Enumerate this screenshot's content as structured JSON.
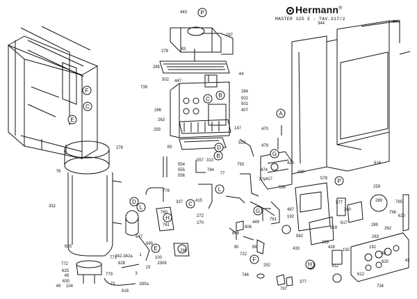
{
  "header": {
    "brand": "Hermann",
    "brand_mark": "®",
    "model": "MASTER 325 E - TAV.317/2"
  },
  "callouts": {
    "left_frame": [
      "F",
      "C",
      "E"
    ],
    "top_center": [
      "P"
    ],
    "center": [
      "B",
      "C",
      "D",
      "B",
      "L",
      "G"
    ],
    "right_valve": [
      "A",
      "G",
      "H"
    ],
    "lower_left": [
      "D",
      "L",
      "H",
      "E"
    ],
    "lower_center": [
      "F",
      "C"
    ],
    "right_panel": [
      "P",
      "H"
    ]
  },
  "part_numbers": [
    "443",
    "297",
    "278",
    "83",
    "44",
    "285",
    "502",
    "447",
    "284",
    "502",
    "501",
    "407",
    "739",
    "286",
    "263",
    "147",
    "293",
    "83",
    "278",
    "557",
    "313",
    "76",
    "554",
    "555",
    "556",
    "784",
    "77",
    "793",
    "779",
    "337",
    "776",
    "415",
    "272",
    "270",
    "332",
    "625",
    "647",
    "760",
    "761",
    "699",
    "299",
    "49",
    "1",
    "23",
    "3",
    "772",
    "100",
    "2308",
    "342-342a",
    "771",
    "625",
    "628",
    "779",
    "630",
    "73",
    "49",
    "104",
    "618",
    "330a",
    "470",
    "553",
    "479",
    "426",
    "430",
    "474",
    "417",
    "536",
    "497",
    "449",
    "781",
    "806",
    "808",
    "99",
    "722",
    "90",
    "252",
    "746",
    "797",
    "377",
    "344",
    "343",
    "616",
    "578",
    "577",
    "260",
    "259",
    "289",
    "785",
    "796",
    "620",
    "617",
    "192",
    "619",
    "582",
    "293",
    "262",
    "289",
    "263",
    "192",
    "433",
    "428",
    "412",
    "612",
    "734",
    "43",
    "43",
    "820",
    "192"
  ]
}
